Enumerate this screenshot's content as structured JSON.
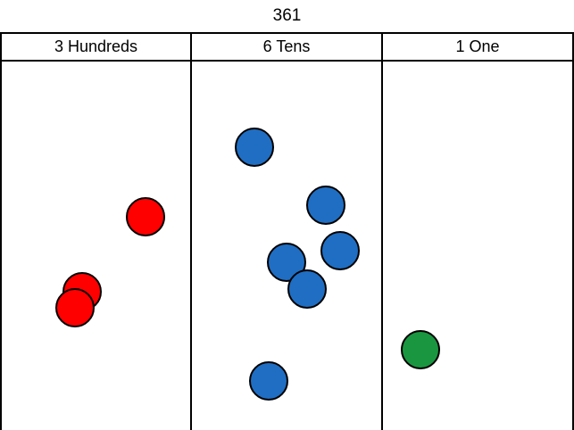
{
  "number": "361",
  "columns": [
    {
      "label": "3 Hundreds",
      "count": 3,
      "chip_color": "#ff0000"
    },
    {
      "label": "6 Tens",
      "count": 6,
      "chip_color": "#1f6ec3"
    },
    {
      "label": "1 One",
      "count": 1,
      "chip_color": "#1a9640"
    }
  ]
}
